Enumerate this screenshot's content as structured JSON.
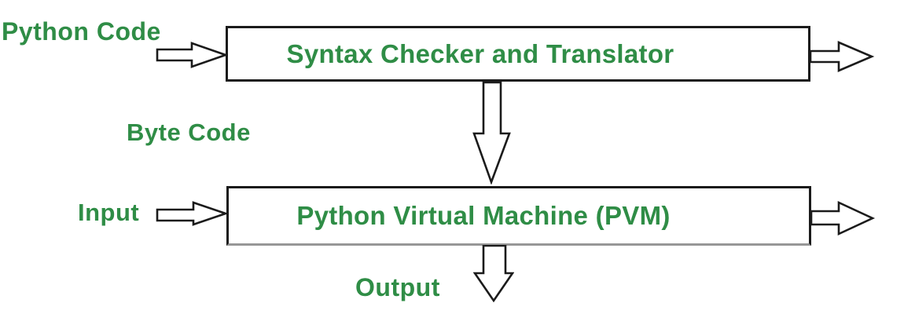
{
  "colors": {
    "background": "#ffffff",
    "accent_green": "#2f8d46",
    "line_ink": "#1b1b1b",
    "pvm_bottom_border": "#979797"
  },
  "labels": {
    "python_code": "Python Code",
    "byte_code": "Byte Code",
    "input": "Input",
    "output": "Output"
  },
  "boxes": {
    "syntax_checker": {
      "label": "Syntax Checker and Translator"
    },
    "pvm": {
      "label": "Python Virtual Machine (PVM)"
    }
  },
  "icons": {
    "python_code_arrow": "right-arrow",
    "syntax_output_arrow": "right-arrow",
    "byte_code_arrow": "down-arrow",
    "input_arrow": "right-arrow",
    "pvm_output_arrow": "right-arrow",
    "output_arrow": "down-arrow"
  }
}
